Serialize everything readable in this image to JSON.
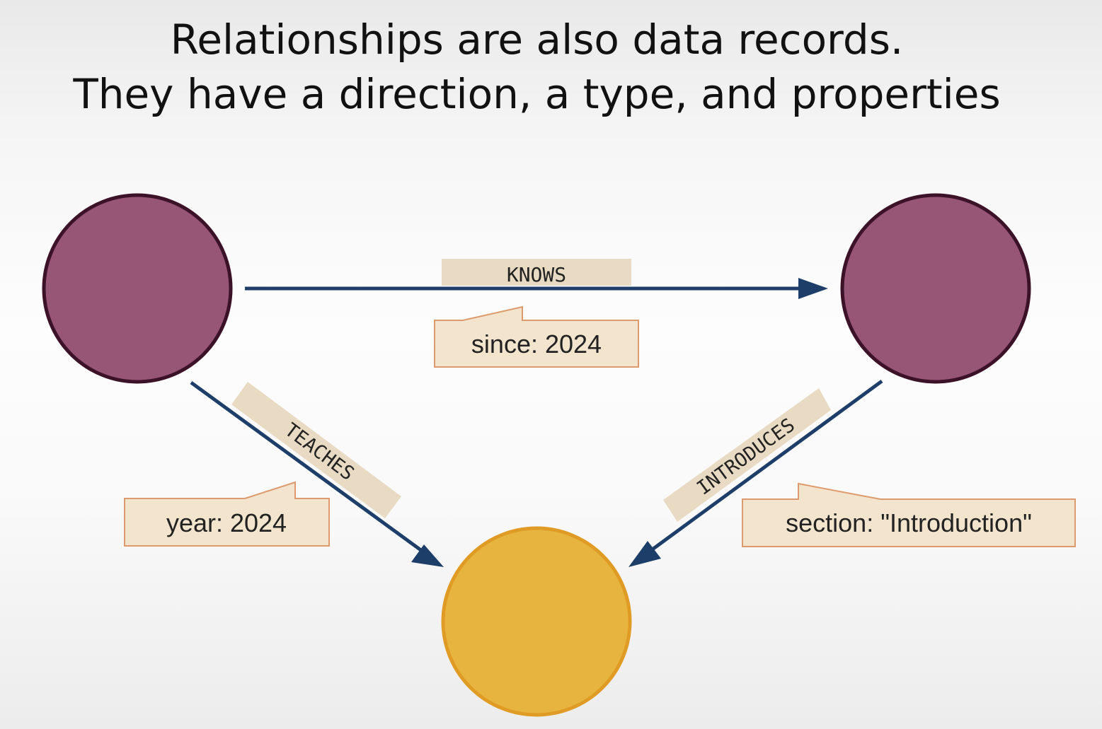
{
  "slide": {
    "title_lines": [
      "Relationships are also data records.",
      "They have a direction, a type, and properties"
    ]
  },
  "colors": {
    "node_purple_fill": "#985677",
    "node_purple_stroke": "#3b1228",
    "node_gold_fill": "#e7b53f",
    "node_gold_stroke": "#e09b25",
    "arrow": "#1d3e69",
    "type_label_bg": "#e9dbc3",
    "property_bg": "#f2e4cd",
    "property_border": "#dd9a6c"
  },
  "nodes": [
    {
      "id": "person-a",
      "color": "purple"
    },
    {
      "id": "person-b",
      "color": "purple"
    },
    {
      "id": "topic",
      "color": "gold"
    }
  ],
  "relationships": [
    {
      "from": "person-a",
      "to": "person-b",
      "type": "KNOWS",
      "property": "since: 2024"
    },
    {
      "from": "person-a",
      "to": "topic",
      "type": "TEACHES",
      "property": "year: 2024"
    },
    {
      "from": "person-b",
      "to": "topic",
      "type": "INTRODUCES",
      "property": "section: \"Introduction\""
    }
  ]
}
